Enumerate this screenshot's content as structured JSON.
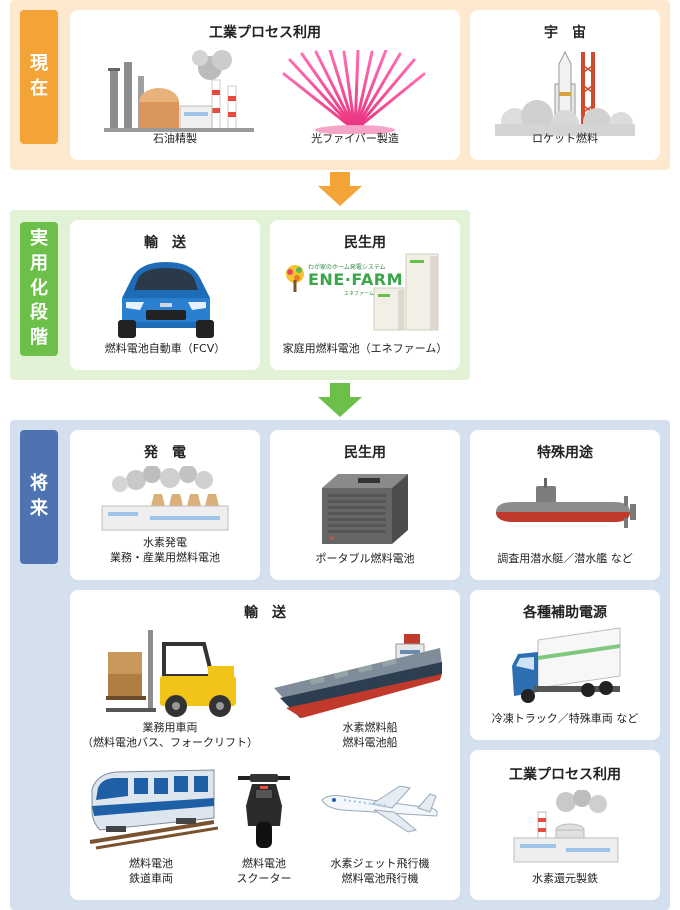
{
  "stages": {
    "now": [
      "現",
      "在"
    ],
    "practical": [
      "実",
      "用",
      "化",
      "段",
      "階"
    ],
    "future": [
      "将",
      "来"
    ]
  },
  "now": {
    "industrial": {
      "title": "工業プロセス利用",
      "left_caption": "石油精製",
      "right_caption": "光ファイバー製造"
    },
    "space": {
      "title": "宇　宙",
      "caption": "ロケット燃料"
    }
  },
  "practical": {
    "transport": {
      "title": "輸　送",
      "caption": "燃料電池自動車（FCV）"
    },
    "residential": {
      "title": "民生用",
      "caption": "家庭用燃料電池（エネファーム）",
      "logo_sub": "わが家のホーム発電システム",
      "logo_text": "ENE·FARM",
      "logo_kana": "エネファーム"
    }
  },
  "future": {
    "power": {
      "title": "発　電",
      "caption_1": "水素発電",
      "caption_2": "業務・産業用燃料電池"
    },
    "residential": {
      "title": "民生用",
      "caption": "ポータブル燃料電池"
    },
    "special": {
      "title": "特殊用途",
      "caption": "調査用潜水艇／潜水艦 など"
    },
    "transport": {
      "title": "輸　送",
      "forklift_caption_1": "業務用車両",
      "forklift_caption_2": "（燃料電池バス、フォークリフト）",
      "ship_caption_1": "水素燃料船",
      "ship_caption_2": "燃料電池船",
      "train_caption_1": "燃料電池",
      "train_caption_2": "鉄道車両",
      "scooter_caption_1": "燃料電池",
      "scooter_caption_2": "スクーター",
      "plane_caption_1": "水素ジェット飛行機",
      "plane_caption_2": "燃料電池飛行機"
    },
    "aux_power": {
      "title": "各種補助電源",
      "caption": "冷凍トラック／特殊車両 など"
    },
    "industrial": {
      "title": "工業プロセス利用",
      "caption": "水素還元製鉄"
    }
  },
  "colors": {
    "now": "#f4a436",
    "practical": "#6cc04a",
    "future": "#4d73b3"
  }
}
